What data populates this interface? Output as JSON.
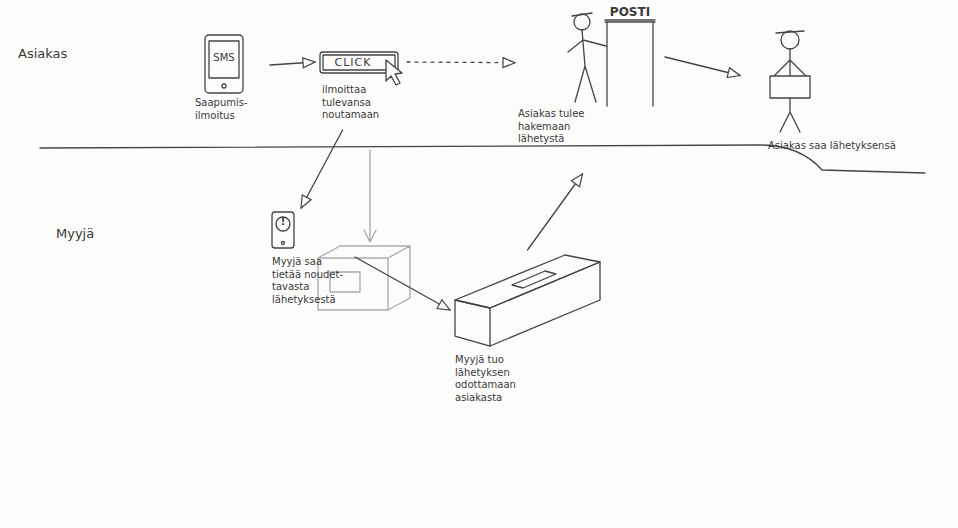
{
  "diagram": {
    "nodes": [
      {
        "text": [
          "SMS",
          "Saapumis- ilmoitus"
        ]
      },
      {
        "text": [
          "CLICK",
          "ilmoittaa tulevansa noutamaan"
        ]
      },
      {
        "text": [
          "POSTI",
          "Asiakas tulee hakemaan lähetystä"
        ]
      },
      {
        "text": [
          "Asiakas saa lähetyksensä"
        ]
      },
      {
        "text": [
          "!",
          "Myyjä saa tietää noudet- tavasta lähetyksestä"
        ]
      },
      {
        "text": [
          "Myyjä tuo lähetyksen odottamaan asiakasta"
        ]
      }
    ],
    "edges": [
      {
        "from": 0,
        "to": 1,
        "arrow": "to"
      },
      {
        "from": 1,
        "to": 2,
        "arrow": "to"
      },
      {
        "from": 2,
        "to": 3,
        "arrow": "to"
      },
      {
        "from": 1,
        "to": 4,
        "arrow": "to"
      },
      {
        "from": 4,
        "to": 5,
        "arrow": "to"
      },
      {
        "from": 5,
        "to": 2,
        "arrow": "to"
      }
    ],
    "labels": [
      "Asiakas",
      "Myyjä"
    ]
  }
}
